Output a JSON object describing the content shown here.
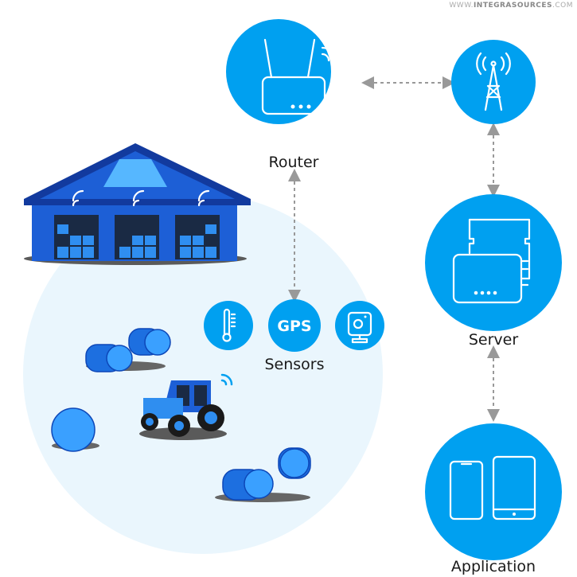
{
  "watermark": {
    "prefix": "WWW.",
    "brand": "INTEGRASOURCES",
    "suffix": ".COM"
  },
  "colors": {
    "node": "#00a0f0",
    "field": "#eaf6fd",
    "warehouse": "#1d5fd6",
    "arrow": "#999999"
  },
  "nodes": {
    "router": {
      "label": "Router",
      "icon": "router-icon"
    },
    "tower": {
      "label": "",
      "icon": "cell-tower-icon"
    },
    "server": {
      "label": "Server",
      "icon": "server-icon"
    },
    "application": {
      "label": "Application",
      "icon": "devices-icon"
    },
    "sensors": {
      "label": "Sensors",
      "items": [
        {
          "icon": "thermometer-icon"
        },
        {
          "icon": "gps-icon",
          "text": "GPS"
        },
        {
          "icon": "camera-icon"
        }
      ]
    }
  }
}
